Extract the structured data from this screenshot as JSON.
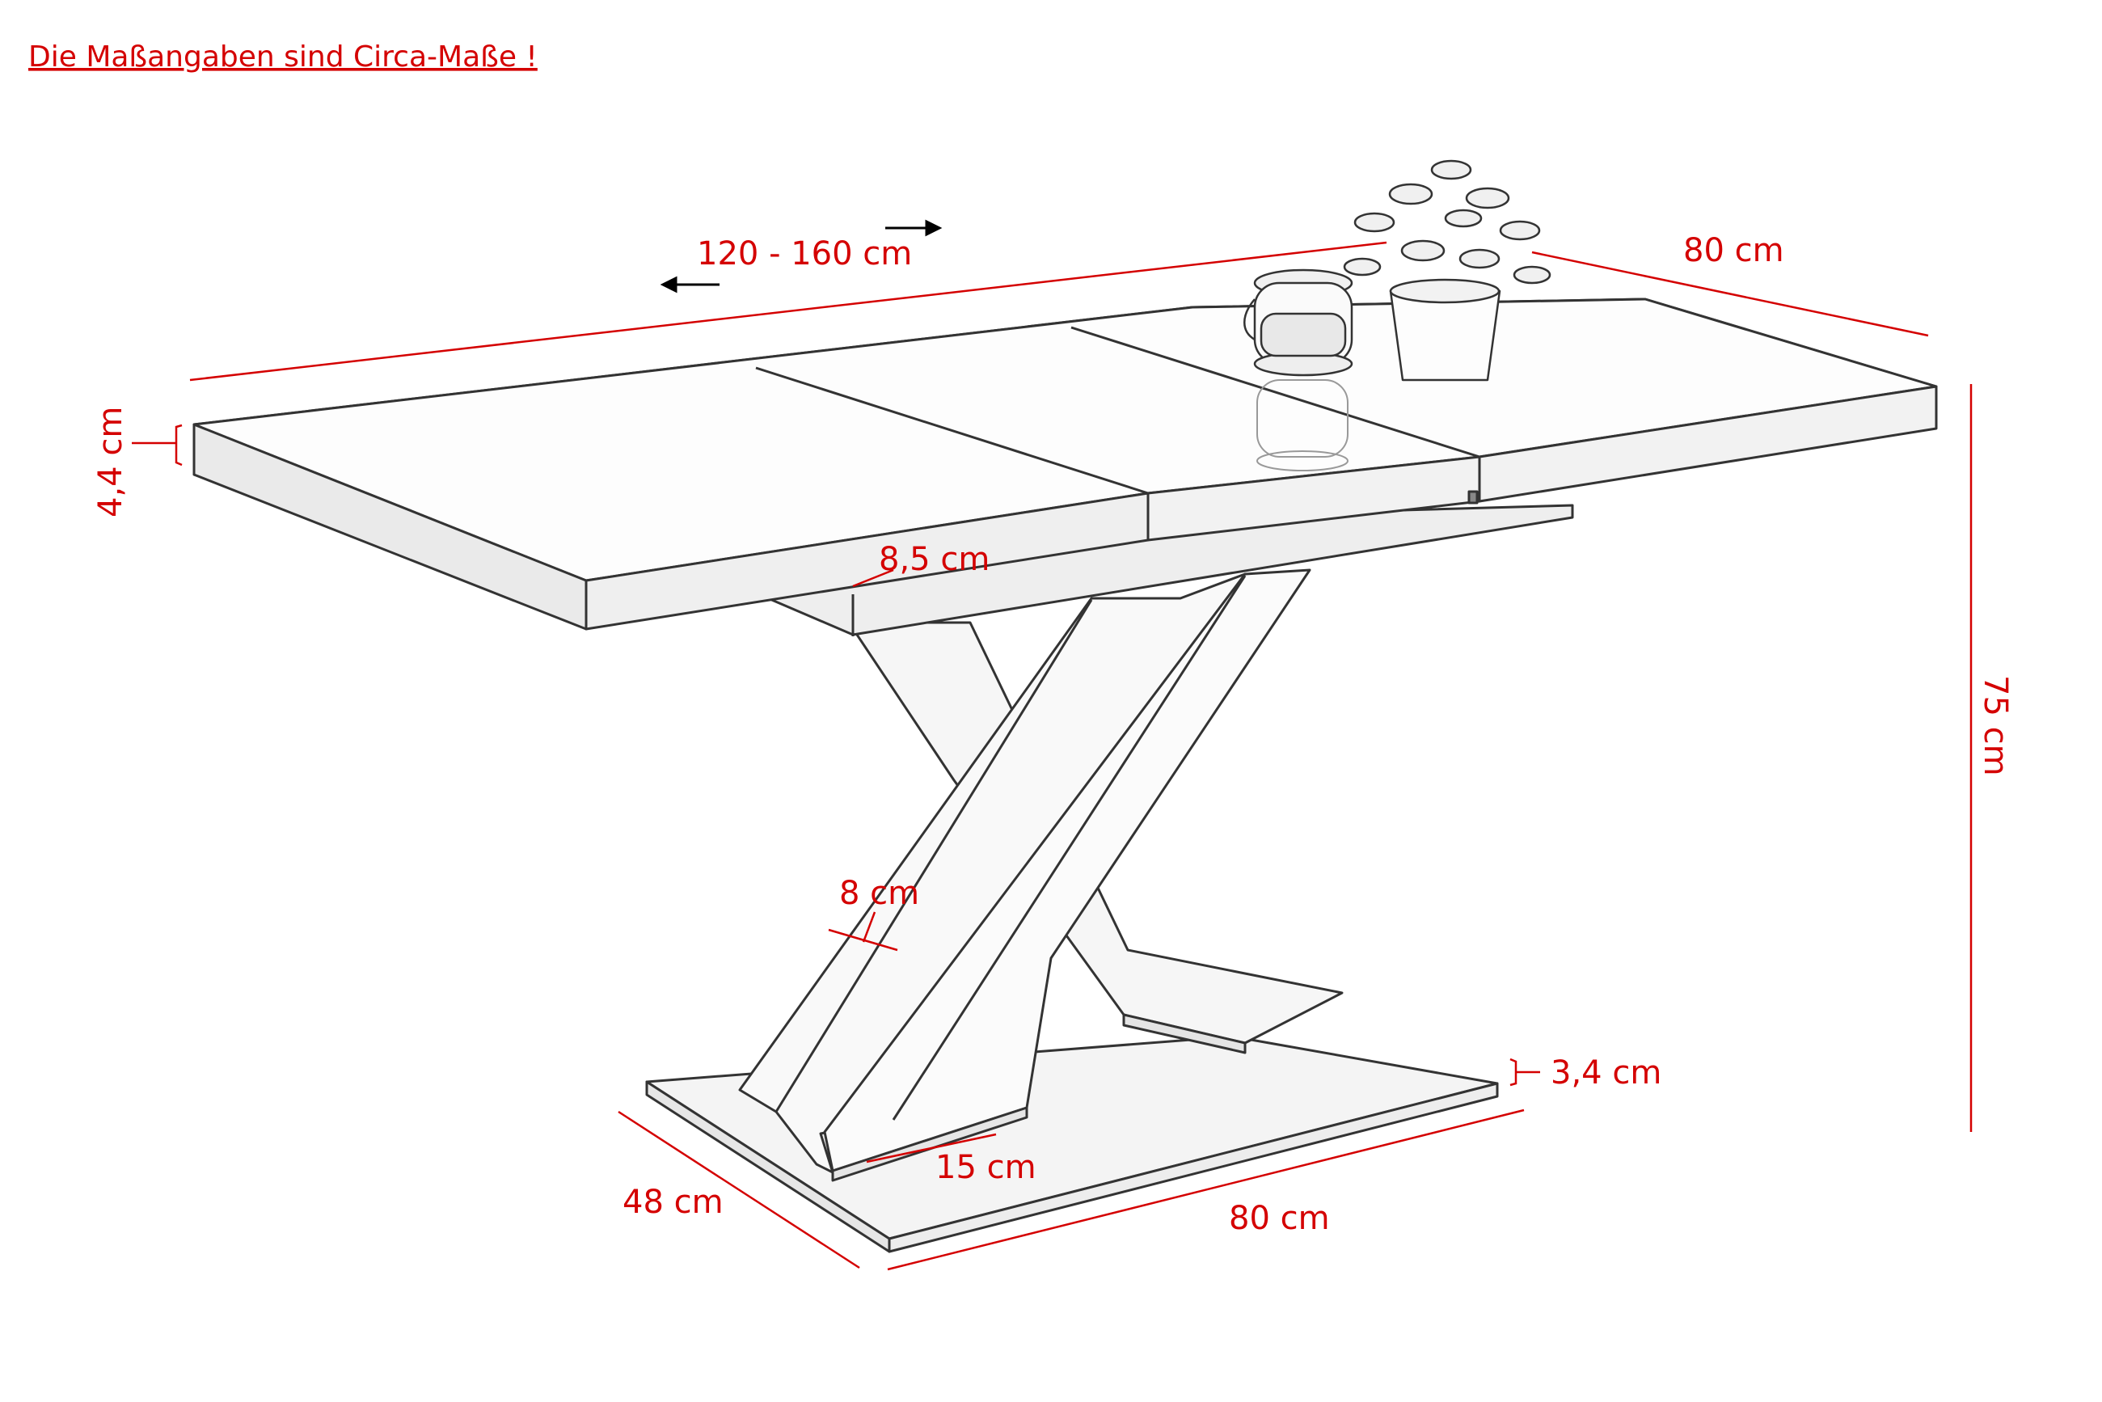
{
  "note": "Die Maßangaben sind Circa-Maße !",
  "dimensions": {
    "tabletop_length": "120 - 160 cm",
    "tabletop_depth": "80 cm",
    "tabletop_thickness": "4,4 cm",
    "frame_height": "8,5 cm",
    "table_height": "75 cm",
    "leg_thickness": "8 cm",
    "leg_width": "15 cm",
    "base_thickness": "3,4 cm",
    "base_depth": "48 cm",
    "base_width": "80 cm"
  },
  "colors": {
    "dimension": "#d40000",
    "drawing": "#333333",
    "arrow": "#000000"
  }
}
